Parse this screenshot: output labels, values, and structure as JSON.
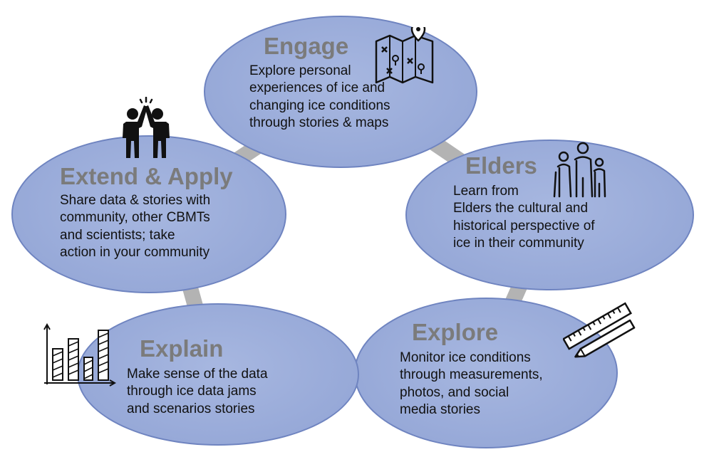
{
  "stages": {
    "engage": {
      "title": "Engage",
      "text": "Explore personal\nexperiences of ice and\nchanging ice conditions\nthrough stories & maps"
    },
    "elders": {
      "title": "Elders",
      "text": "Learn from\nElders the cultural and\nhistorical perspective of\nice in their community"
    },
    "explore": {
      "title": "Explore",
      "text": "Monitor ice conditions\nthrough measurements,\nphotos, and social\nmedia stories"
    },
    "explain": {
      "title": "Explain",
      "text": "Make sense of the data\nthrough ice data jams\nand scenarios stories"
    },
    "extend": {
      "title": "Extend & Apply",
      "text": "Share data & stories with\ncommunity, other CBMTs\nand scientists; take\naction in your community"
    }
  },
  "icons": {
    "engage": "treasure-map-icon",
    "elders": "family-icon",
    "explore": "ruler-pencil-icon",
    "explain": "bar-chart-icon",
    "extend": "high-five-icon"
  },
  "colors": {
    "ellipse_fill": "#97a9d8",
    "ellipse_border": "#6f84c0",
    "title": "#7b7b7b",
    "connector": "#b3b3b3"
  }
}
